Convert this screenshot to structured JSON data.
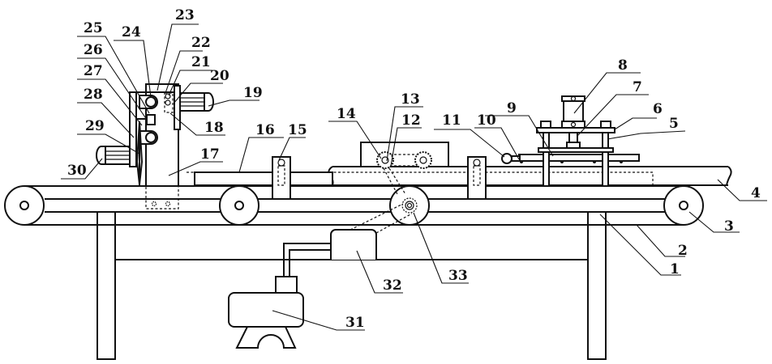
{
  "figure": {
    "type": "patent mechanical drawing",
    "description": "Conveyor-based cutting machine, front view",
    "line_color": "#111111",
    "background": "#ffffff"
  },
  "labels": [
    {
      "id": "1",
      "text": "1"
    },
    {
      "id": "2",
      "text": "2"
    },
    {
      "id": "3",
      "text": "3"
    },
    {
      "id": "4",
      "text": "4"
    },
    {
      "id": "5",
      "text": "5"
    },
    {
      "id": "6",
      "text": "6"
    },
    {
      "id": "7",
      "text": "7"
    },
    {
      "id": "8",
      "text": "8"
    },
    {
      "id": "9",
      "text": "9"
    },
    {
      "id": "10",
      "text": "10"
    },
    {
      "id": "11",
      "text": "11"
    },
    {
      "id": "12",
      "text": "12"
    },
    {
      "id": "13",
      "text": "13"
    },
    {
      "id": "14",
      "text": "14"
    },
    {
      "id": "15",
      "text": "15"
    },
    {
      "id": "16",
      "text": "16"
    },
    {
      "id": "17",
      "text": "17"
    },
    {
      "id": "18",
      "text": "18"
    },
    {
      "id": "19",
      "text": "19"
    },
    {
      "id": "20",
      "text": "20"
    },
    {
      "id": "21",
      "text": "21"
    },
    {
      "id": "22",
      "text": "22"
    },
    {
      "id": "23",
      "text": "23"
    },
    {
      "id": "24",
      "text": "24"
    },
    {
      "id": "25",
      "text": "25"
    },
    {
      "id": "26",
      "text": "26"
    },
    {
      "id": "27",
      "text": "27"
    },
    {
      "id": "28",
      "text": "28"
    },
    {
      "id": "29",
      "text": "29"
    },
    {
      "id": "30",
      "text": "30"
    },
    {
      "id": "31",
      "text": "31"
    },
    {
      "id": "32",
      "text": "32"
    },
    {
      "id": "33",
      "text": "33"
    }
  ]
}
